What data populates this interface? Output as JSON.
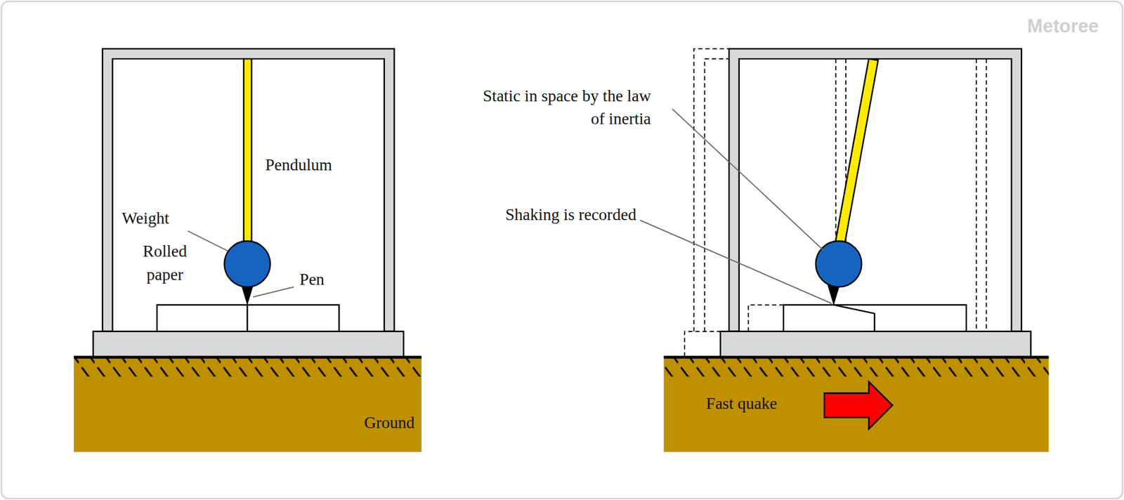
{
  "diagram": {
    "labels": [
      "Pendulum",
      "Weight",
      "Rolled paper",
      "Pen",
      "Ground",
      "Static in space by the law of inertia",
      "Shaking is recorded",
      "Fast quake",
      "Metoree"
    ]
  }
}
